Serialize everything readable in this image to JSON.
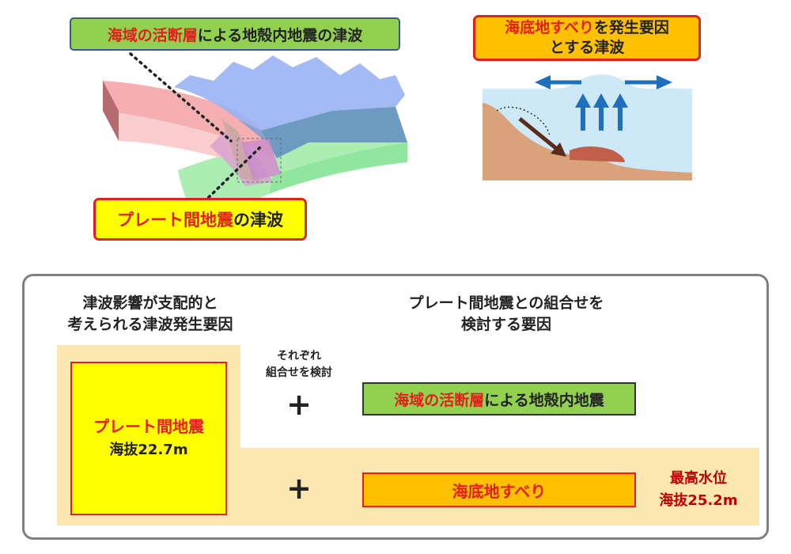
{
  "top_left": {
    "label_active_fault": {
      "red": "海域の活断層",
      "rest": "による地殻内地震の津波"
    },
    "label_plate": {
      "red": "プレート間地震",
      "rest": "の津波"
    }
  },
  "top_right": {
    "label_landslide": {
      "red": "海底地すべり",
      "rest": "を発生要因",
      "line2": "とする津波"
    }
  },
  "panel": {
    "col_left_heading": [
      "津波影響が支配的と",
      "考えられる津波発生要因"
    ],
    "col_right_heading": [
      "プレート間地震との組合せを",
      "検討する要因"
    ],
    "combine_note": [
      "それぞれ",
      "組合せを検討"
    ],
    "plus": "+",
    "plate_box": {
      "title": "プレート間地震",
      "height": "海抜22.7m"
    },
    "factor_fault": {
      "red": "海域の活断層",
      "rest": "による地殻内地震"
    },
    "factor_landslide": "海底地すべり",
    "max_level": {
      "title": "最高水位",
      "height": "海抜25.2m"
    }
  },
  "colors": {
    "green_box": "#92d050",
    "orange_box": "#ffc000",
    "yellow_box": "#ffff00",
    "beige_band": "#fde7b0",
    "red_text": "#e0201b"
  }
}
